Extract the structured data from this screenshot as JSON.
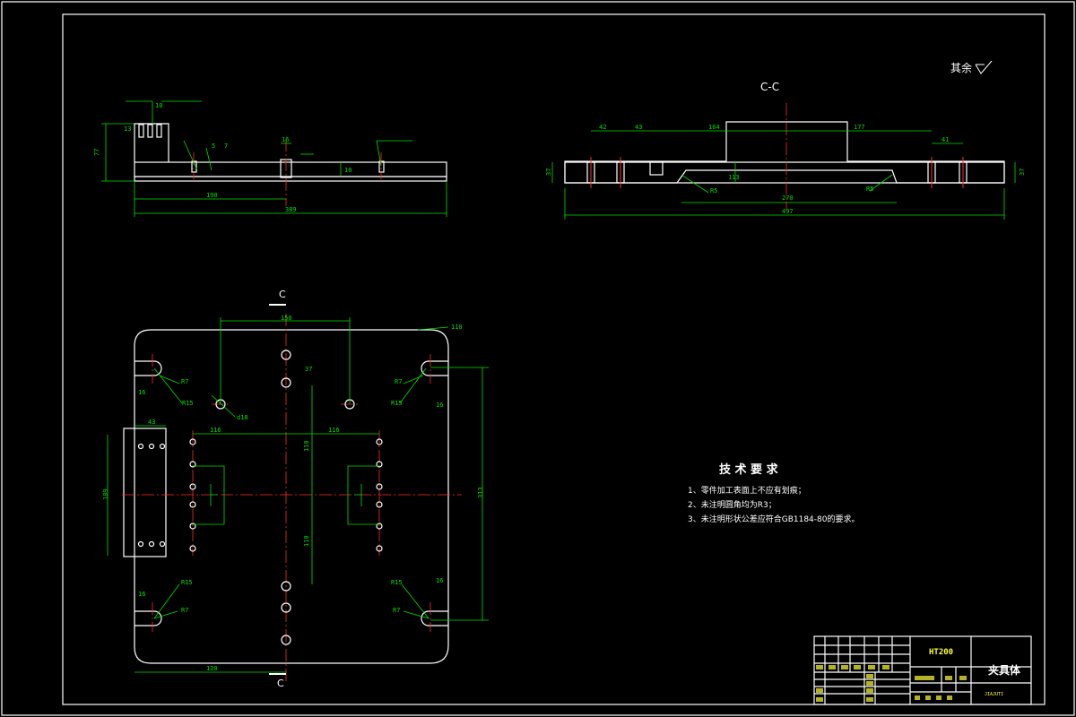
{
  "drawing": {
    "section_label": "C-C",
    "section_mark": "C",
    "roughness_note": "其余",
    "tech_req": {
      "title": "技 术 要 求",
      "items": [
        "1、零件加工表面上不应有划痕；",
        "2、未注明圆角均为R3；",
        "3、未注明形状公差应符合GB1184-80的要求。"
      ]
    },
    "title_block": {
      "material": "HT200",
      "part_name": "夹具体",
      "code": "JIAJUTI"
    }
  },
  "dims": {
    "top_view": [
      "120",
      "110",
      "R7",
      "R15",
      "R15",
      "R7",
      "R7",
      "R15",
      "R15",
      "R7",
      "d18",
      "116",
      "116",
      "110",
      "110",
      "313",
      "150",
      "189",
      "43",
      "37",
      "16",
      "16",
      "16",
      "16"
    ],
    "front_view": [
      "190",
      "389",
      "77",
      "5",
      "7",
      "16",
      "10",
      "10",
      "13"
    ],
    "section_view": [
      "42",
      "43",
      "164",
      "177",
      "41",
      "37",
      "37",
      "270",
      "497",
      "R5",
      "R5",
      "113"
    ]
  },
  "colors": {
    "outline": "#ffffff",
    "dimension": "#00e000",
    "centerline": "#ff2a2a",
    "table_text": "#ffff33",
    "background": "#000000"
  }
}
